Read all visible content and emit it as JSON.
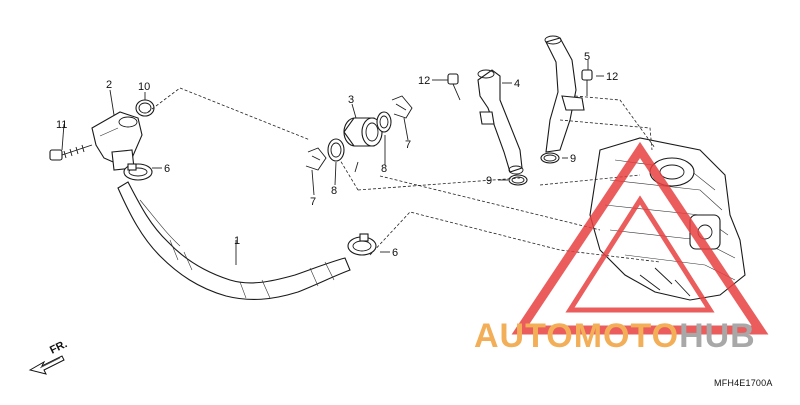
{
  "callouts": {
    "c1": "1",
    "c2": "2",
    "c3": "3",
    "c4": "4",
    "c5": "5",
    "c6a": "6",
    "c6b": "6",
    "c7a": "7",
    "c7b": "7",
    "c8a": "8",
    "c8b": "8",
    "c9a": "9",
    "c9b": "9",
    "c10": "10",
    "c11": "11",
    "c12a": "12",
    "c12b": "12"
  },
  "front_indicator": {
    "label": "FR."
  },
  "diagram_code": "MFH4E1700A",
  "watermark": {
    "word1": "AUTOMOTO",
    "word2": "HUB",
    "color_primary": "#f2a13c",
    "color_secondary": "#9a9a9a",
    "color_triangle": "#e84040"
  }
}
